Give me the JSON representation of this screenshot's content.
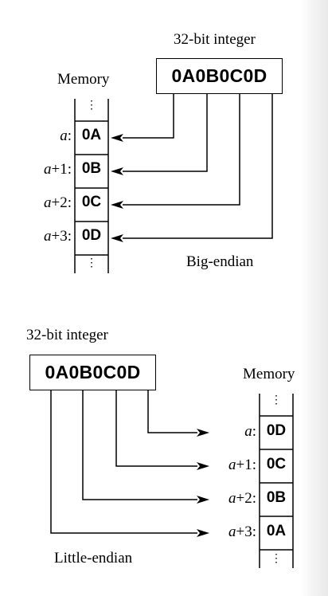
{
  "big_endian": {
    "integer_caption": "32-bit integer",
    "integer_value": "0A0B0C0D",
    "memory_caption": "Memory",
    "label": "Big-endian",
    "rows": [
      {
        "addr_var": "a",
        "addr_offset": ":",
        "value": "0A"
      },
      {
        "addr_var": "a",
        "addr_offset": "+1:",
        "value": "0B"
      },
      {
        "addr_var": "a",
        "addr_offset": "+2:",
        "value": "0C"
      },
      {
        "addr_var": "a",
        "addr_offset": "+3:",
        "value": "0D"
      }
    ]
  },
  "little_endian": {
    "integer_caption": "32-bit integer",
    "integer_value": "0A0B0C0D",
    "memory_caption": "Memory",
    "label": "Little-endian",
    "rows": [
      {
        "addr_var": "a",
        "addr_offset": ":",
        "value": "0D"
      },
      {
        "addr_var": "a",
        "addr_offset": "+1:",
        "value": "0C"
      },
      {
        "addr_var": "a",
        "addr_offset": "+2:",
        "value": "0B"
      },
      {
        "addr_var": "a",
        "addr_offset": "+3:",
        "value": "0A"
      }
    ]
  },
  "ellipsis": "⋮"
}
